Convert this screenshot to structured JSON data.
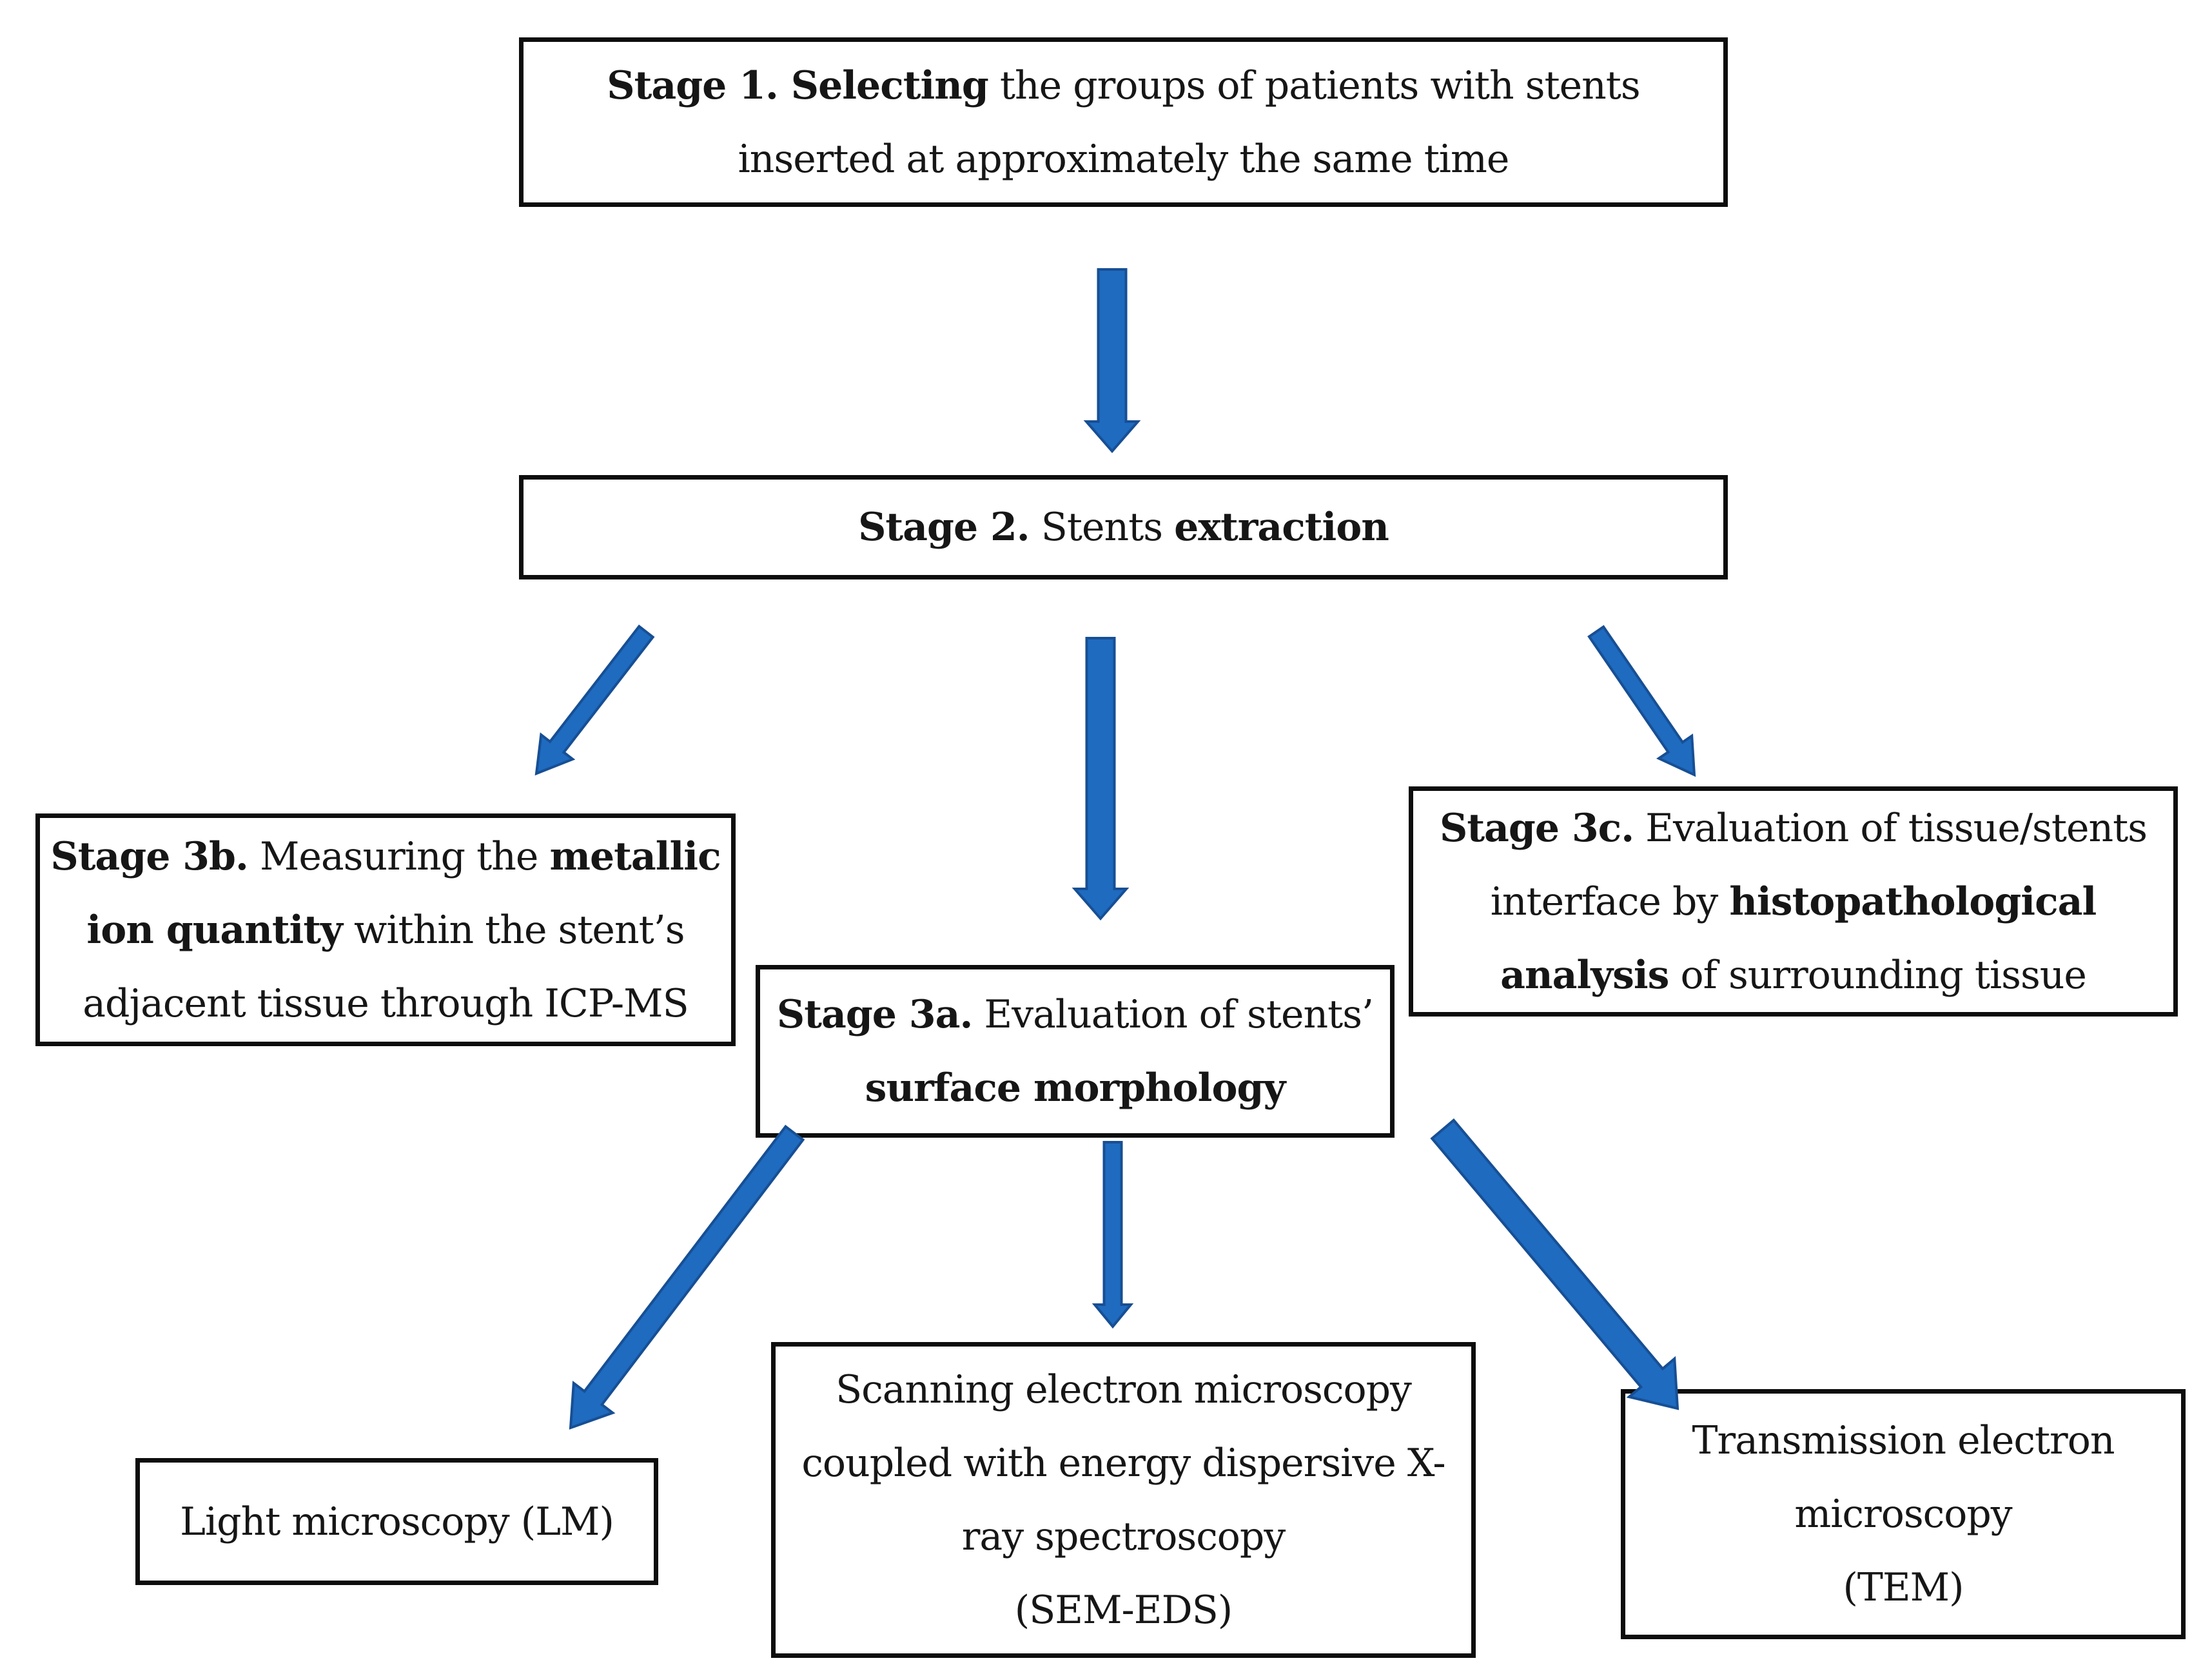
{
  "figure": {
    "background": "#ffffff",
    "arrow_color": "#1e6bc0",
    "arrow_edge_color": "#174f94",
    "box_border_color": "#0d0d0d",
    "boxes": [
      {
        "id": "stage1",
        "lines": [
          [
            {
              "t": "Stage 1. Selecting",
              "b": true
            },
            {
              "t": " the groups of patients with stents",
              "b": false
            }
          ],
          [
            {
              "t": "inserted at approximately the same time",
              "b": false
            }
          ]
        ]
      },
      {
        "id": "stage2",
        "lines": [
          [
            {
              "t": "Stage 2.",
              "b": true
            },
            {
              "t": " Stents ",
              "b": false
            },
            {
              "t": "extraction",
              "b": true
            }
          ]
        ]
      },
      {
        "id": "stage3b",
        "lines": [
          [
            {
              "t": "Stage 3b.",
              "b": true
            },
            {
              "t": " Measuring the ",
              "b": false
            },
            {
              "t": "metallic",
              "b": true
            }
          ],
          [
            {
              "t": "ion quantity",
              "b": true
            },
            {
              "t": " within the stent’s",
              "b": false
            }
          ],
          [
            {
              "t": "adjacent tissue through ICP-MS",
              "b": false
            }
          ]
        ]
      },
      {
        "id": "stage3a",
        "lines": [
          [
            {
              "t": "Stage 3a.",
              "b": true
            },
            {
              "t": " Evaluation of stents’",
              "b": false
            }
          ],
          [
            {
              "t": "surface morphology",
              "b": true
            }
          ]
        ]
      },
      {
        "id": "stage3c",
        "lines": [
          [
            {
              "t": "Stage 3c.",
              "b": true
            },
            {
              "t": " Evaluation of tissue/stents",
              "b": false
            }
          ],
          [
            {
              "t": "interface by ",
              "b": false
            },
            {
              "t": "histopathological",
              "b": true
            }
          ],
          [
            {
              "t": "analysis",
              "b": true
            },
            {
              "t": " of surrounding tissue",
              "b": false
            }
          ]
        ]
      },
      {
        "id": "lm",
        "lines": [
          [
            {
              "t": "Light microscopy (LM)",
              "b": false
            }
          ]
        ]
      },
      {
        "id": "sem",
        "lines": [
          [
            {
              "t": "Scanning electron microscopy",
              "b": false
            }
          ],
          [
            {
              "t": "coupled with energy dispersive X-",
              "b": false
            }
          ],
          [
            {
              "t": "ray spectroscopy",
              "b": false
            }
          ],
          [
            {
              "t": "(SEM-EDS)",
              "b": false
            }
          ]
        ]
      },
      {
        "id": "tem",
        "lines": [
          [
            {
              "t": "Transmission electron",
              "b": false
            }
          ],
          [
            {
              "t": "microscopy",
              "b": false
            }
          ],
          [
            {
              "t": "(TEM)",
              "b": false
            }
          ]
        ]
      }
    ],
    "edges": [
      {
        "from": "stage1",
        "to": "stage2"
      },
      {
        "from": "stage2",
        "to": "stage3b"
      },
      {
        "from": "stage2",
        "to": "stage3a"
      },
      {
        "from": "stage2",
        "to": "stage3c"
      },
      {
        "from": "stage3a",
        "to": "lm"
      },
      {
        "from": "stage3a",
        "to": "sem"
      },
      {
        "from": "stage3a",
        "to": "tem"
      }
    ]
  }
}
